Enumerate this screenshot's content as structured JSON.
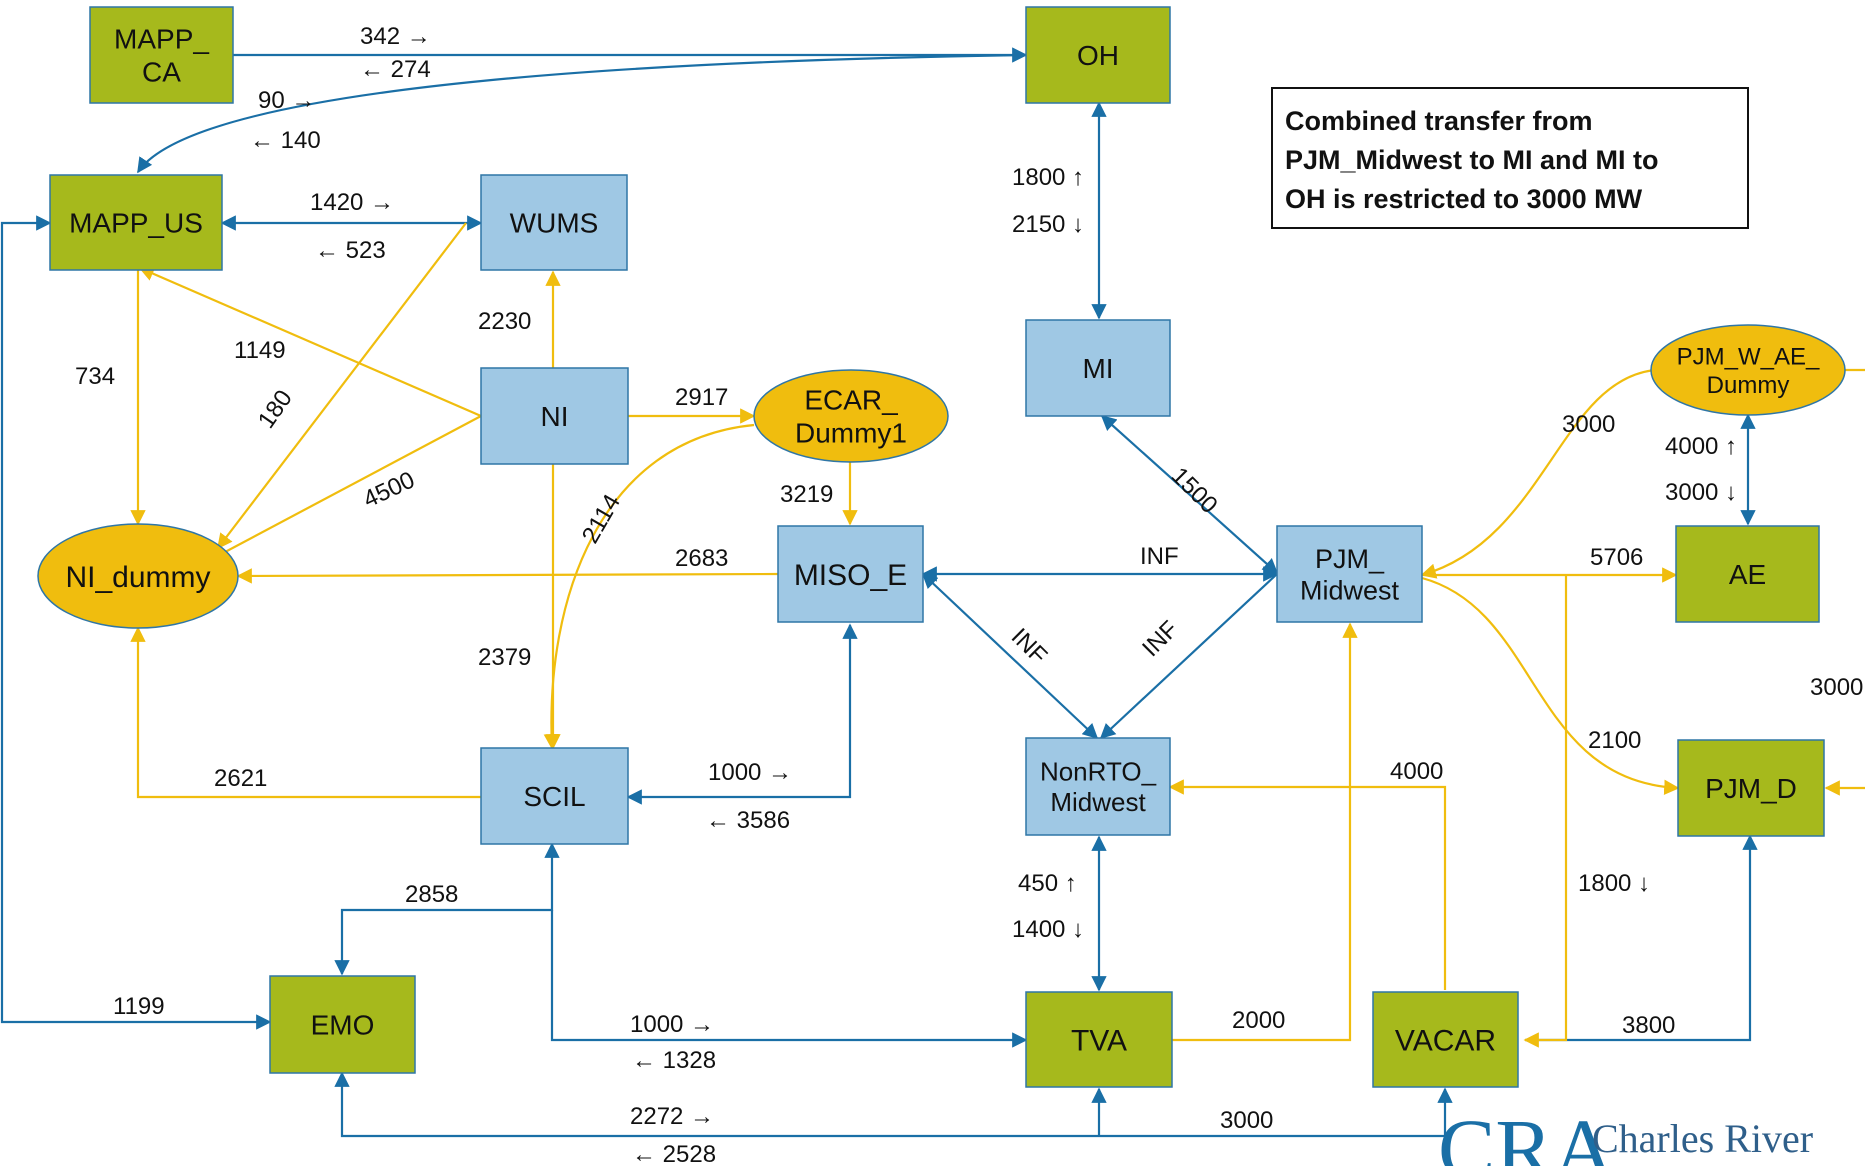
{
  "nodes": {
    "mapp_ca": [
      "MAPP_",
      "CA"
    ],
    "oh": [
      "OH"
    ],
    "mapp_us": [
      "MAPP_US"
    ],
    "wums": [
      "WUMS"
    ],
    "mi": [
      "MI"
    ],
    "ni": [
      "NI"
    ],
    "ecar_dummy1": [
      "ECAR_",
      "Dummy1"
    ],
    "pjm_w_ae_dummy": [
      "PJM_W_AE_",
      "Dummy"
    ],
    "ni_dummy": [
      "NI_dummy"
    ],
    "miso_e": [
      "MISO_E"
    ],
    "pjm_midwest": [
      "PJM_",
      "Midwest"
    ],
    "ae": [
      "AE"
    ],
    "scil": [
      "SCIL"
    ],
    "nonrto_midwest": [
      "NonRTO_",
      "Midwest"
    ],
    "pjm_d": [
      "PJM_D"
    ],
    "emo": [
      "EMO"
    ],
    "tva": [
      "TVA"
    ],
    "vacar": [
      "VACAR"
    ]
  },
  "edge_labels": {
    "mappca_oh_fwd": "342 →",
    "mappca_oh_rev": "← 274",
    "oh_mappus_fwd": "90 →",
    "oh_mappus_rev": "← 140",
    "mappus_wums_fwd": "1420 →",
    "mappus_wums_rev": "← 523",
    "oh_mi_up": "1800 ↑",
    "oh_mi_down": "2150 ↓",
    "ni_wums": "2230",
    "ni_mappus": "1149",
    "mappus_nidummy": "734",
    "wums_nidummy": "180",
    "ni_nidummy": "4500",
    "ni_ecar": "2917",
    "ecar_miso": "3219",
    "ecar_scil": "2114",
    "miso_nidummy": "2683",
    "miso_pjm": "INF",
    "mi_pjm": "1500",
    "miso_nonrto": "INF",
    "pjm_nonrto": "INF",
    "ni_scil": "2379",
    "pjmwae_pjm": "3000",
    "pjmwae_ae_up": "4000 ↑",
    "pjmwae_ae_down": "3000 ↓",
    "pjm_ae": "5706",
    "right_edge": "3000",
    "pjm_pjmd": "2100",
    "scil_miso_fwd": "1000 →",
    "scil_miso_rev": "← 3586",
    "scil_nidummy": "2621",
    "vacar_nonrto": "4000",
    "scil_emo": "2858",
    "nonrto_tva_up": "450 ↑",
    "nonrto_tva_down": "1400 ↓",
    "pjm_vacar": "1800 ↓",
    "mappus_emo": "1199",
    "scil_tva_fwd": "1000 →",
    "scil_tva_rev": "← 1328",
    "tva_pjm": "2000",
    "pjmd_vacar": "3800",
    "emo_tva_fwd": "2272 →",
    "emo_tva_rev": "← 2528",
    "tva_vacar": "3000"
  },
  "note": {
    "lines": [
      "Combined transfer from",
      "PJM_Midwest to MI and MI to",
      "OH is restricted to 3000 MW"
    ]
  },
  "logo": {
    "mark": "CRA",
    "name": "Charles River"
  },
  "colors": {
    "green_node": "#a6b91c",
    "blue_node": "#9fc8e4",
    "dummy_node": "#f0bd0e",
    "blue_link": "#1a6fa6",
    "yellow_link": "#f0bd0e"
  }
}
